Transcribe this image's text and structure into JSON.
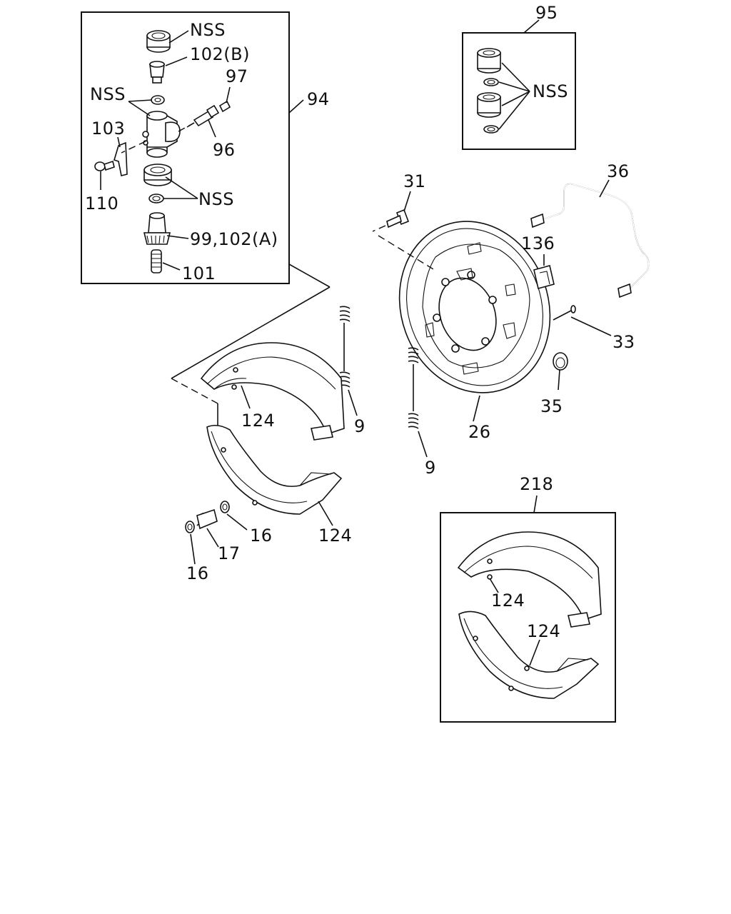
{
  "labels": {
    "nss_top": "NSS",
    "p102b": "102(B)",
    "p97": "97",
    "p94": "94",
    "nss_left": "NSS",
    "p103": "103",
    "p96": "96",
    "p110": "110",
    "nss_mid": "NSS",
    "p99_102a": "99,102(A)",
    "p101": "101",
    "p95": "95",
    "nss_kit": "NSS",
    "p31": "31",
    "p36": "36",
    "p136": "136",
    "p33": "33",
    "p35": "35",
    "p26": "26",
    "p124_a": "124",
    "p9_a": "9",
    "p9_b": "9",
    "p16_a": "16",
    "p124_b": "124",
    "p17": "17",
    "p16_b": "16",
    "p218": "218",
    "p124_c": "124",
    "p124_d": "124"
  }
}
